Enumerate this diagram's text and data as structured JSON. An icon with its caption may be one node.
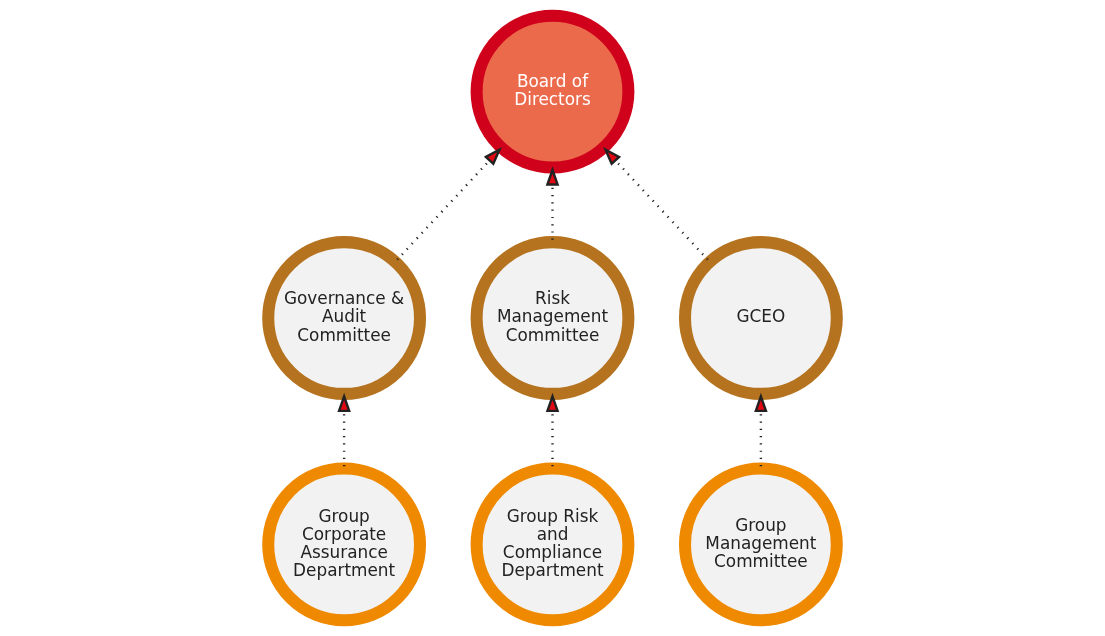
{
  "diagram": {
    "nodes": [
      {
        "text": [
          "Board of Directors"
        ]
      },
      {
        "text": [
          "Governance & Audit Committee"
        ]
      },
      {
        "text": [
          "Risk Management Committee"
        ]
      },
      {
        "text": [
          "GCEO"
        ]
      },
      {
        "text": [
          "Group Corporate Assurance Department"
        ]
      },
      {
        "text": [
          "Group Risk and Compliance Department"
        ]
      },
      {
        "text": [
          "Group Management Committee"
        ]
      }
    ],
    "edges": [
      {
        "from": 1,
        "to": 0,
        "arrow": "to"
      },
      {
        "from": 2,
        "to": 0,
        "arrow": "to"
      },
      {
        "from": 3,
        "to": 0,
        "arrow": "to"
      },
      {
        "from": 4,
        "to": 1,
        "arrow": "to"
      },
      {
        "from": 5,
        "to": 2,
        "arrow": "to"
      },
      {
        "from": 6,
        "to": 3,
        "arrow": "to"
      }
    ]
  }
}
